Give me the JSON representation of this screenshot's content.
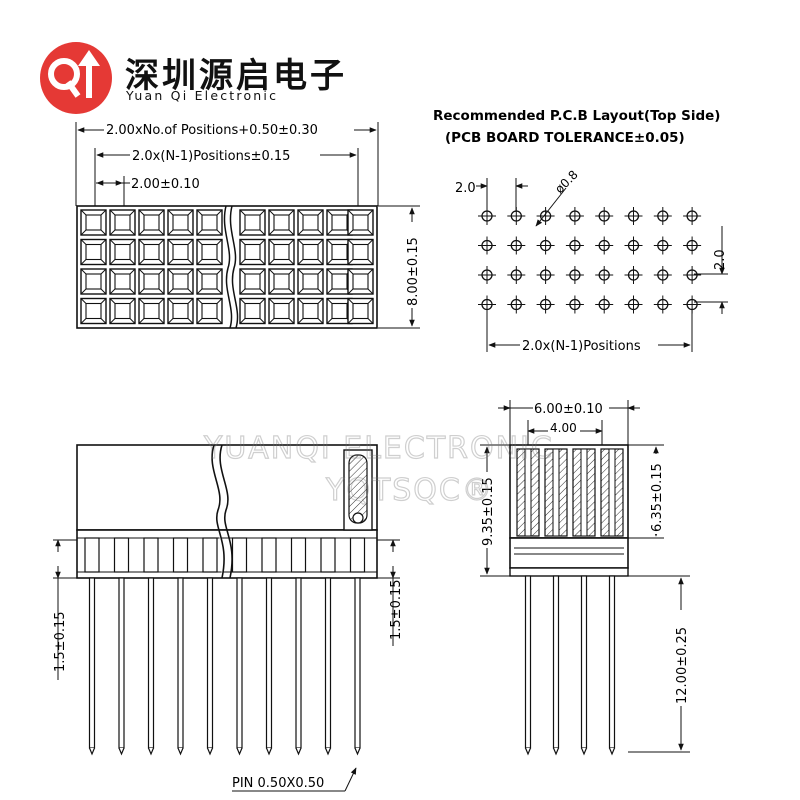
{
  "brand": {
    "name_cn": "深圳源启电子",
    "name_en": "Yuan Qi Electronic",
    "logo_icon": "qi-circle-logo-icon",
    "logo_color": "#e53935"
  },
  "watermark": {
    "line1": "YUANQI ELECTRONIC",
    "line2": "YQTSQC®"
  },
  "top_view": {
    "dim_overall": "2.00xNo.of Positions+0.50±0.30",
    "dim_positions": "2.0x(N-1)Positions±0.15",
    "dim_pitch": "2.00±0.10",
    "dim_height": "8.00±0.15"
  },
  "pcb_layout": {
    "title_line1": "Recommended P.C.B Layout(Top Side)",
    "title_line2": "(PCB BOARD TOLERANCE±0.05)",
    "dim_pitch_h": "2.0",
    "dim_hole": "ø0.8",
    "dim_pitch_v": "2.0",
    "dim_positions": "2.0x(N-1)Positions"
  },
  "front_view": {
    "dim_left": "1.5±0.15",
    "dim_right": "1.5±0.15",
    "pin_label": "PIN 0.50X0.50"
  },
  "side_view": {
    "dim_width": "6.00±0.10",
    "dim_inner": "4.00",
    "dim_total": "9.35±0.15",
    "dim_body": "6.35±0.15",
    "dim_pin": "12.00±0.25"
  }
}
